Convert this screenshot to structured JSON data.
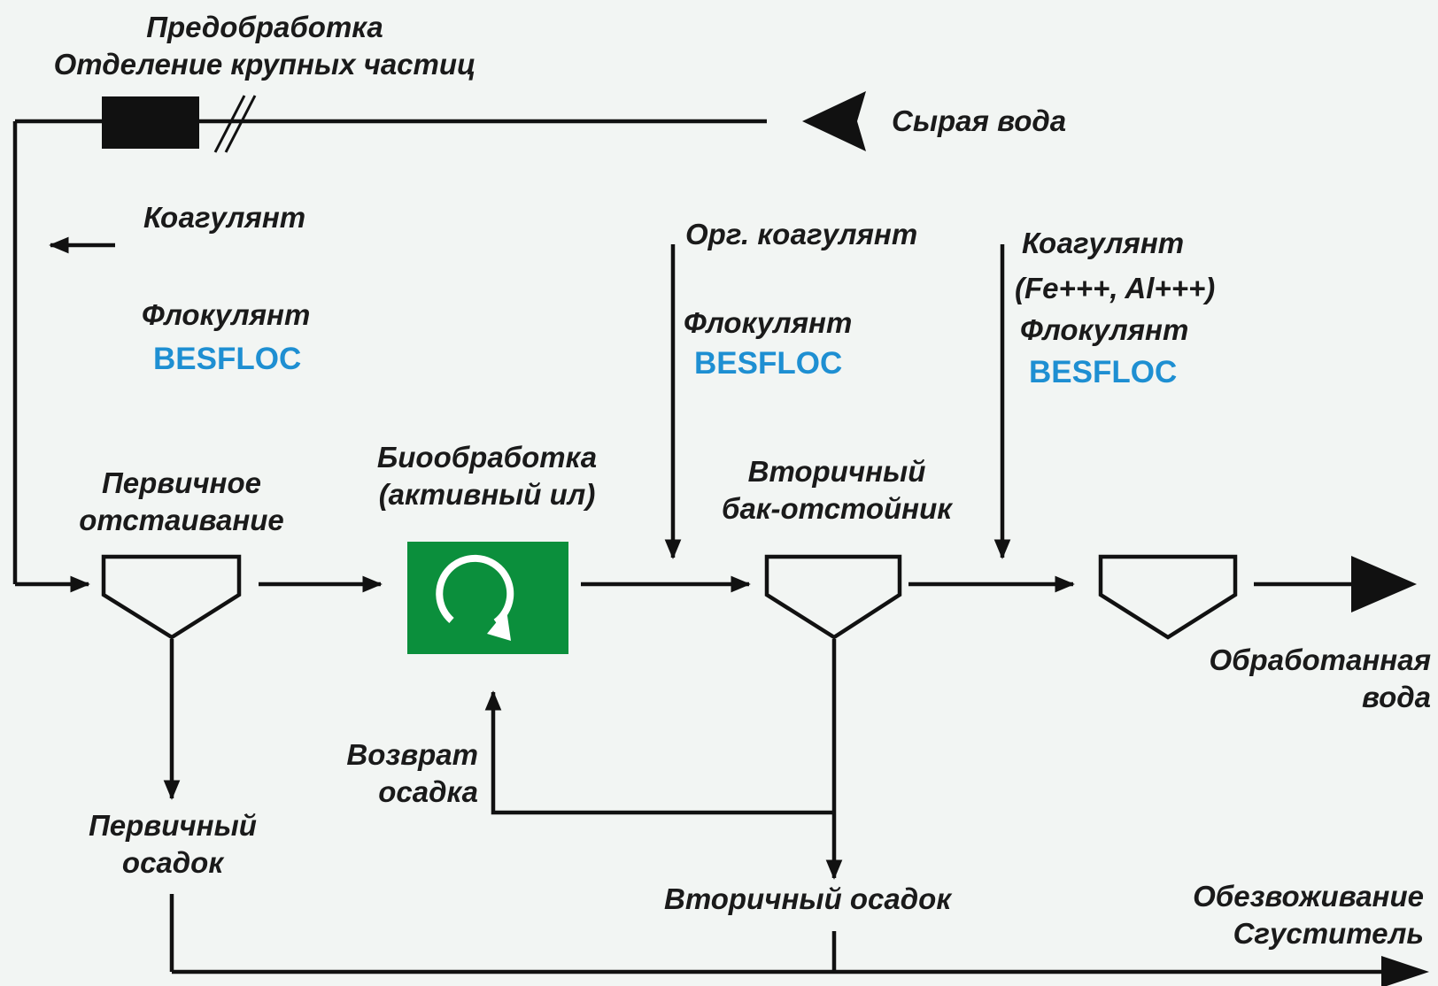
{
  "colors": {
    "line": "#111111",
    "brand": "#1e8fd2",
    "bio_box": "#0b8f3c",
    "bio_symbol": "#ffffff",
    "background": "#f2f5f3"
  },
  "icons": {
    "pretreatment": "filter-block-icon",
    "bio": "recycle-loop-icon",
    "settler": "settling-tank-icon"
  },
  "labels": {
    "pretreatment_title": "Предобработка",
    "pretreatment_subtitle": "Отделение крупных частиц",
    "raw_water": "Сырая вода",
    "coagulant_1": "Коагулянт",
    "flocculant_1": "Флокулянт",
    "brand_1": "BESFLOC",
    "org_coagulant": "Орг. коагулянт",
    "flocculant_2": "Флокулянт",
    "brand_2": "BESFLOC",
    "coagulant_3": "Коагулянт",
    "coagulant_3_ions": "(Fe+++, Al+++)",
    "flocculant_3": "Флокулянт",
    "brand_3": "BESFLOC",
    "primary_settling_1": "Первичное",
    "primary_settling_2": "отстаивание",
    "bio_1": "Биообработка",
    "bio_2": "(активный ил)",
    "secondary_1": "Вторичный",
    "secondary_2": "бак-отстойник",
    "treated_1": "Обработанная",
    "treated_2": "вода",
    "return_1": "Возврат",
    "return_2": "осадка",
    "primary_sludge_1": "Первичный",
    "primary_sludge_2": "осадок",
    "secondary_sludge": "Вторичный осадок",
    "dewatering": "Обезвоживание",
    "thickener": "Сгуститель"
  }
}
